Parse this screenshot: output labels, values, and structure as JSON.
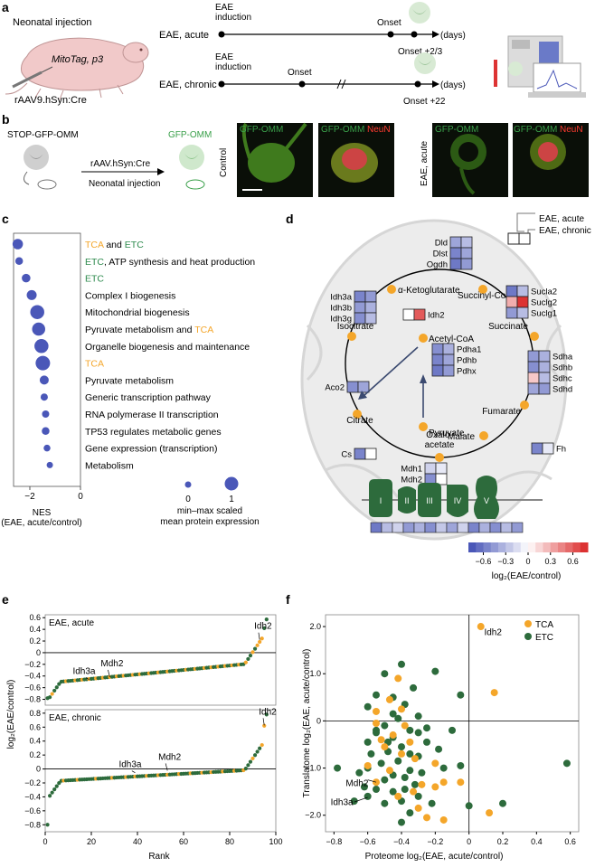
{
  "colors": {
    "tca": "#f4a62a",
    "etc": "#2d6b3c",
    "blue": "#4a57b8",
    "mito": "#e6e6e6"
  },
  "panels": {
    "a": "a",
    "b": "b",
    "c": "c",
    "d": "d",
    "e": "e",
    "f": "f"
  },
  "panel_a": {
    "injection_title": "Neonatal injection",
    "mouse_label": "MitoTag, p3",
    "vector": "rAAV9.hSyn:Cre",
    "acute": {
      "row": "EAE, acute",
      "start": "EAE\ninduction",
      "onset": "Onset",
      "end": "Onset +2/3",
      "days": "(days)"
    },
    "chronic": {
      "row": "EAE, chronic",
      "start": "EAE\ninduction",
      "onset": "Onset",
      "end": "Onset +22",
      "days": "(days)"
    }
  },
  "panel_b": {
    "stop": "STOP-GFP-OMM",
    "result": "GFP-OMM",
    "vector": "rAAV.hSyn:Cre",
    "injection": "Neonatal injection",
    "control_label": "Control",
    "acute_label": "EAE, acute",
    "ch1": "GFP-OMM",
    "ch2": "NeuN"
  },
  "panel_c": {
    "terms": [
      {
        "parts": [
          [
            "TCA",
            "tca"
          ],
          [
            " and ",
            "k"
          ],
          [
            "ETC",
            "etc"
          ]
        ],
        "nes": -2.25,
        "size": 0.55
      },
      {
        "parts": [
          [
            "ETC",
            "etc"
          ],
          [
            ", ATP synthesis and heat production",
            "k"
          ]
        ],
        "nes": -2.2,
        "size": 0.25
      },
      {
        "parts": [
          [
            "ETC",
            "etc"
          ]
        ],
        "nes": -1.95,
        "size": 0.35
      },
      {
        "parts": [
          [
            "Complex I biogenesis",
            "k"
          ]
        ],
        "nes": -1.75,
        "size": 0.5
      },
      {
        "parts": [
          [
            "Mitochondrial biogenesis",
            "k"
          ]
        ],
        "nes": -1.55,
        "size": 0.95
      },
      {
        "parts": [
          [
            "Pyruvate metabolism and ",
            "k"
          ],
          [
            "TCA",
            "tca"
          ]
        ],
        "nes": -1.5,
        "size": 0.85
      },
      {
        "parts": [
          [
            "Organelle biogenesis and maintenance",
            "k"
          ]
        ],
        "nes": -1.4,
        "size": 0.95
      },
      {
        "parts": [
          [
            "TCA",
            "tca"
          ]
        ],
        "nes": -1.35,
        "size": 1.0
      },
      {
        "parts": [
          [
            "Pyruvate metabolism",
            "k"
          ]
        ],
        "nes": -1.3,
        "size": 0.4
      },
      {
        "parts": [
          [
            "Generic transcription pathway",
            "k"
          ]
        ],
        "nes": -1.3,
        "size": 0.2
      },
      {
        "parts": [
          [
            "RNA polymerase II transcription",
            "k"
          ]
        ],
        "nes": -1.25,
        "size": 0.2
      },
      {
        "parts": [
          [
            "TP53 regulates metabolic genes",
            "k"
          ]
        ],
        "nes": -1.25,
        "size": 0.25
      },
      {
        "parts": [
          [
            "Gene expression (transcription)",
            "k"
          ]
        ],
        "nes": -1.2,
        "size": 0.15
      },
      {
        "parts": [
          [
            "Metabolism",
            "k"
          ]
        ],
        "nes": -1.1,
        "size": 0.1
      }
    ],
    "xticks": [
      "−2",
      "0"
    ],
    "xlabel1": "NES",
    "xlabel2": "(EAE, acute/control)",
    "size_ticks": [
      "0",
      "1"
    ],
    "size_label1": "min–max scaled",
    "size_label2": "mean protein expression"
  },
  "panel_d": {
    "legend_acute": "EAE, acute",
    "legend_chronic": "EAE, chronic",
    "metabolites": [
      "α-Ketoglutarate",
      "Succinyl-CoA",
      "Succinate",
      "Fumarate",
      "Malate",
      "Oxalo-\nacetate",
      "Citrate",
      "Isocitrate",
      "Acetyl-CoA",
      "Pyruvate"
    ],
    "enzymes": {
      "ogdh": [
        {
          "name": "Dld",
          "a": -0.4,
          "c": -0.3
        },
        {
          "name": "Dlst",
          "a": -0.55,
          "c": -0.4
        },
        {
          "name": "Ogdh",
          "a": -0.6,
          "c": -0.45
        }
      ],
      "idh3": [
        {
          "name": "Idh3a",
          "a": -0.55,
          "c": -0.45
        },
        {
          "name": "Idh3b",
          "a": -0.45,
          "c": -0.35
        },
        {
          "name": "Idh3g",
          "a": -0.5,
          "c": -0.3
        }
      ],
      "sucl": [
        {
          "name": "Sucla2",
          "a": -0.6,
          "c": -0.3
        },
        {
          "name": "Suclg2",
          "a": 0.3,
          "c": 0.8
        },
        {
          "name": "Suclg1",
          "a": -0.45,
          "c": -0.3
        }
      ],
      "idh2": [
        {
          "name": "Idh2",
          "a": 0.0,
          "c": 0.6
        }
      ],
      "pdh": [
        {
          "name": "Pdha1",
          "a": -0.5,
          "c": -0.35
        },
        {
          "name": "Pdhb",
          "a": -0.55,
          "c": -0.4
        },
        {
          "name": "Pdhx",
          "a": -0.6,
          "c": -0.45
        }
      ],
      "sdh": [
        {
          "name": "Sdha",
          "a": -0.45,
          "c": -0.35
        },
        {
          "name": "Sdhb",
          "a": -0.5,
          "c": -0.35
        },
        {
          "name": "Sdhc",
          "a": 0.2,
          "c": -0.3
        },
        {
          "name": "Sdhd",
          "a": -0.4,
          "c": -0.45
        }
      ],
      "aco2": [
        {
          "name": "Aco2",
          "a": -0.5,
          "c": -0.4
        }
      ],
      "cs": [
        {
          "name": "Cs",
          "a": -0.55,
          "c": 0.0
        }
      ],
      "fh": [
        {
          "name": "Fh",
          "a": -0.55,
          "c": -0.1
        }
      ],
      "mdh": [
        {
          "name": "Mdh1",
          "a": -0.2,
          "c": -0.1
        },
        {
          "name": "Mdh2",
          "a": -0.5,
          "c": 0.0
        }
      ]
    },
    "complexes": [
      "I",
      "II",
      "III",
      "IV",
      "V"
    ],
    "complex_values": [
      -0.6,
      -0.3,
      -0.2,
      -0.45,
      -0.35,
      -0.5,
      -0.25,
      -0.4,
      -0.2,
      -0.55,
      -0.35,
      -0.5,
      -0.3,
      -0.45
    ],
    "scale_ticks": [
      "−0.6",
      "−0.3",
      "0",
      "0.3",
      "0.6"
    ],
    "scale_label": "log₂(EAE/control)"
  },
  "panel_e": {
    "acute_title": "EAE, acute",
    "chronic_title": "EAE, chronic",
    "acute_yticks": [
      "0.6",
      "0.4",
      "0.2",
      "0",
      "−0.2",
      "−0.4",
      "−0.6",
      "−0.8"
    ],
    "chronic_yticks": [
      "0.8",
      "0.6",
      "0.4",
      "0.2",
      "0",
      "−0.2",
      "−0.4",
      "−0.6",
      "−0.8"
    ],
    "xticks": [
      "0",
      "20",
      "40",
      "60",
      "80",
      "100"
    ],
    "xlabel": "Rank",
    "ylabel": "log₂(EAE/control)",
    "acute_labels": {
      "idh2": "Idh2",
      "mdh2": "Mdh2",
      "idh3a": "Idh3a"
    },
    "chronic_labels": {
      "idh2": "Idh2",
      "mdh2": "Mdh2",
      "idh3a": "Idh3a"
    }
  },
  "panel_f": {
    "legend_tca": "TCA",
    "legend_etc": "ETC",
    "xticks": [
      "−0.8",
      "−0.6",
      "−0.4",
      "−0.2",
      "0",
      "0.2",
      "0.4",
      "0.6"
    ],
    "yticks": [
      "2.0",
      "1.0",
      "0",
      "−1.0",
      "−2.0"
    ],
    "xlabel": "Proteome log₂(EAE, acute/control)",
    "ylabel": "Translatome log₂(EAE, acute/control)",
    "labels": {
      "idh2": "Idh2",
      "mdh2": "Mdh2",
      "idh3a": "Idh3a"
    }
  },
  "chart_data": [
    {
      "type": "scatter",
      "panel": "c",
      "x_name": "NES (EAE, acute/control)",
      "xlim": [
        -2.4,
        0
      ],
      "note_source": "terms in panel_c"
    },
    {
      "type": "scatter",
      "panel": "e-acute",
      "title": "EAE, acute",
      "xlabel": "Rank",
      "ylabel": "log₂(EAE/control)",
      "xlim": [
        0,
        100
      ],
      "ylim": [
        -0.9,
        0.65
      ],
      "n": 96,
      "labeled": {
        "Idh2": [
          93,
          0.19
        ],
        "Mdh2": [
          28,
          -0.45
        ],
        "Idh3a": [
          19,
          -0.49
        ]
      },
      "tca_ranks": [
        3,
        9,
        13,
        16,
        19,
        22,
        25,
        28,
        31,
        34,
        38,
        41,
        45,
        49,
        53,
        57,
        61,
        65,
        69,
        72,
        75,
        78,
        81,
        84,
        87,
        90,
        92,
        93,
        94
      ]
    },
    {
      "type": "scatter",
      "panel": "e-chronic",
      "title": "EAE, chronic",
      "xlabel": "Rank",
      "ylabel": "log₂(EAE/control)",
      "xlim": [
        0,
        100
      ],
      "ylim": [
        -0.9,
        0.85
      ],
      "n": 96,
      "labeled": {
        "Idh2": [
          95,
          0.6
        ],
        "Mdh2": [
          53,
          -0.05
        ],
        "Idh3a": [
          39,
          -0.08
        ]
      },
      "tca_ranks": [
        8,
        14,
        22,
        29,
        35,
        39,
        44,
        49,
        53,
        58,
        63,
        68,
        72,
        77,
        82,
        86,
        90,
        94,
        95
      ]
    },
    {
      "type": "scatter",
      "panel": "f",
      "xlabel": "Proteome log₂(EAE, acute/control)",
      "ylabel": "Translatome log₂(EAE, acute/control)",
      "xlim": [
        -0.85,
        0.65
      ],
      "ylim": [
        -2.35,
        2.25
      ],
      "series": [
        {
          "name": "TCA",
          "points": [
            [
              0.07,
              2.0
            ],
            [
              0.15,
              0.6
            ],
            [
              -0.42,
              0.9
            ],
            [
              -0.47,
              0.45
            ],
            [
              -0.4,
              0.25
            ],
            [
              -0.55,
              0.2
            ],
            [
              -0.38,
              -0.1
            ],
            [
              -0.45,
              -0.3
            ],
            [
              -0.35,
              -0.45
            ],
            [
              -0.5,
              -0.55
            ],
            [
              -0.47,
              -1.05
            ],
            [
              -0.55,
              -1.3
            ],
            [
              -0.6,
              -0.95
            ],
            [
              -0.2,
              -0.9
            ],
            [
              -0.28,
              -1.35
            ],
            [
              -0.33,
              -1.5
            ],
            [
              -0.42,
              -1.6
            ],
            [
              -0.3,
              -1.85
            ],
            [
              -0.2,
              -1.4
            ],
            [
              -0.15,
              -1.3
            ],
            [
              -0.05,
              -1.3
            ],
            [
              0.12,
              -1.95
            ],
            [
              -0.25,
              -2.05
            ],
            [
              -0.15,
              -2.1
            ],
            [
              -0.4,
              -0.7
            ],
            [
              -0.55,
              -0.05
            ],
            [
              -0.52,
              -0.4
            ],
            [
              -0.32,
              -0.8
            ]
          ]
        },
        {
          "name": "ETC",
          "points": [
            [
              -0.5,
              1.0
            ],
            [
              -0.4,
              1.2
            ],
            [
              -0.2,
              1.05
            ],
            [
              -0.05,
              0.55
            ],
            [
              -0.33,
              0.7
            ],
            [
              -0.45,
              0.5
            ],
            [
              -0.55,
              0.55
            ],
            [
              -0.6,
              0.3
            ],
            [
              -0.38,
              0.35
            ],
            [
              -0.3,
              0.1
            ],
            [
              -0.42,
              0.05
            ],
            [
              -0.5,
              -0.1
            ],
            [
              -0.55,
              -0.2
            ],
            [
              -0.35,
              -0.2
            ],
            [
              -0.3,
              -0.25
            ],
            [
              -0.45,
              -0.35
            ],
            [
              -0.6,
              -0.45
            ],
            [
              -0.25,
              -0.45
            ],
            [
              -0.4,
              -0.55
            ],
            [
              -0.48,
              -0.65
            ],
            [
              -0.58,
              -0.7
            ],
            [
              -0.35,
              -0.7
            ],
            [
              -0.3,
              -0.75
            ],
            [
              -0.42,
              -0.85
            ],
            [
              -0.52,
              -0.9
            ],
            [
              -0.6,
              -1.0
            ],
            [
              -0.65,
              -1.1
            ],
            [
              -0.45,
              -1.15
            ],
            [
              -0.35,
              -1.05
            ],
            [
              -0.28,
              -1.1
            ],
            [
              -0.38,
              -1.2
            ],
            [
              -0.5,
              -1.25
            ],
            [
              -0.62,
              -1.4
            ],
            [
              -0.55,
              -1.45
            ],
            [
              -0.45,
              -1.5
            ],
            [
              -0.38,
              -1.45
            ],
            [
              -0.32,
              -1.35
            ],
            [
              -0.4,
              -1.7
            ],
            [
              -0.5,
              -1.75
            ],
            [
              -0.6,
              -1.6
            ],
            [
              -0.68,
              -1.7
            ],
            [
              -0.78,
              -1.0
            ],
            [
              -0.3,
              -1.6
            ],
            [
              -0.22,
              -1.75
            ],
            [
              -0.18,
              -0.6
            ],
            [
              -0.1,
              -0.2
            ],
            [
              -0.15,
              -1.0
            ],
            [
              0.0,
              -1.8
            ],
            [
              0.2,
              -1.75
            ],
            [
              0.58,
              -0.9
            ],
            [
              -0.05,
              -0.95
            ],
            [
              -0.35,
              -1.95
            ],
            [
              -0.4,
              -2.15
            ],
            [
              -0.55,
              -0.25
            ],
            [
              -0.25,
              -0.15
            ],
            [
              -0.45,
              0.15
            ],
            [
              -0.48,
              -0.45
            ]
          ]
        }
      ]
    }
  ]
}
